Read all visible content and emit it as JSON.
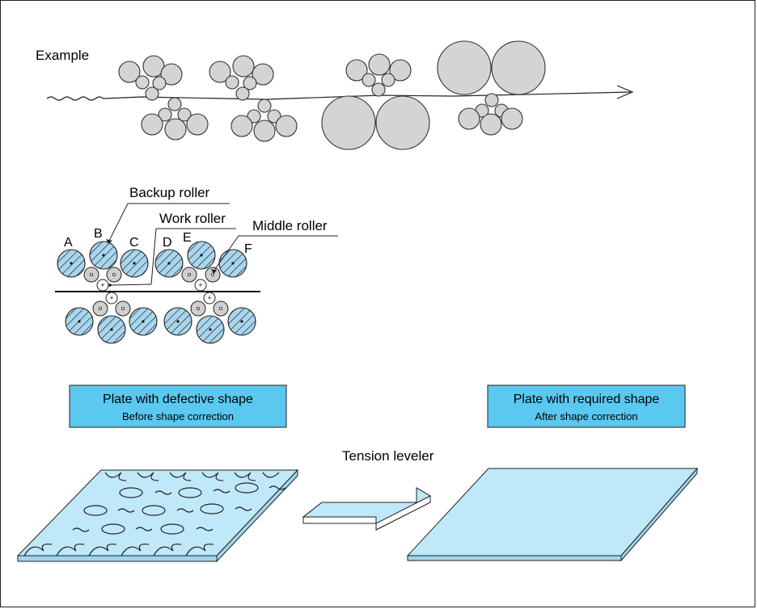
{
  "example_label": "Example",
  "callouts": {
    "backup_roller": "Backup roller",
    "work_roller": "Work roller",
    "middle_roller": "Middle roller"
  },
  "roller_letters": [
    "A",
    "B",
    "C",
    "D",
    "E",
    "F"
  ],
  "before_box": {
    "title": "Plate with defective shape",
    "subtitle": "Before shape correction"
  },
  "after_box": {
    "title": "Plate with required shape",
    "subtitle": "After shape correction"
  },
  "process_label": "Tension leveler",
  "colors": {
    "roller_gray": "#d4d4d4",
    "backup_blue": "#a9d6ee",
    "label_box_blue": "#5bc8f0",
    "plate_blue": "#bfe8f8"
  }
}
